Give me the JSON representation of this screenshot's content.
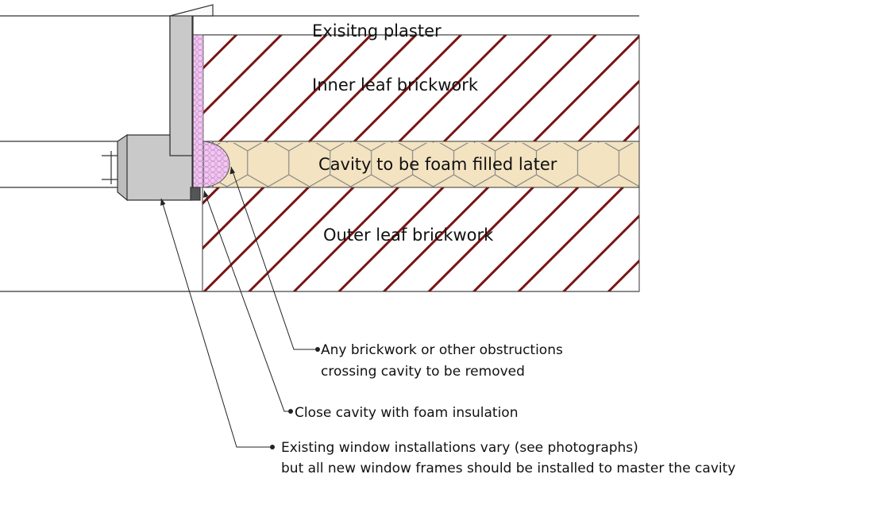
{
  "labels": {
    "plaster": "Exisitng plaster",
    "inner_leaf": "Inner leaf brickwork",
    "cavity": "Cavity to be foam filled later",
    "outer_leaf": "Outer leaf brickwork"
  },
  "notes": {
    "obstructions_line1": "Any brickwork or other obstructions",
    "obstructions_line2": "crossing cavity to be removed",
    "close_cavity": "Close cavity with foam insulation",
    "window_line1": "Existing window installations vary (see photographs)",
    "window_line2": "but all new window frames should be installed to master the cavity"
  },
  "colors": {
    "brick_hatch": "#7a1414",
    "cavity_foam": "#f3e3c0",
    "foam_closer": "#f0c8f0",
    "window_frame": "#c9c9c9",
    "outline": "#333333"
  }
}
